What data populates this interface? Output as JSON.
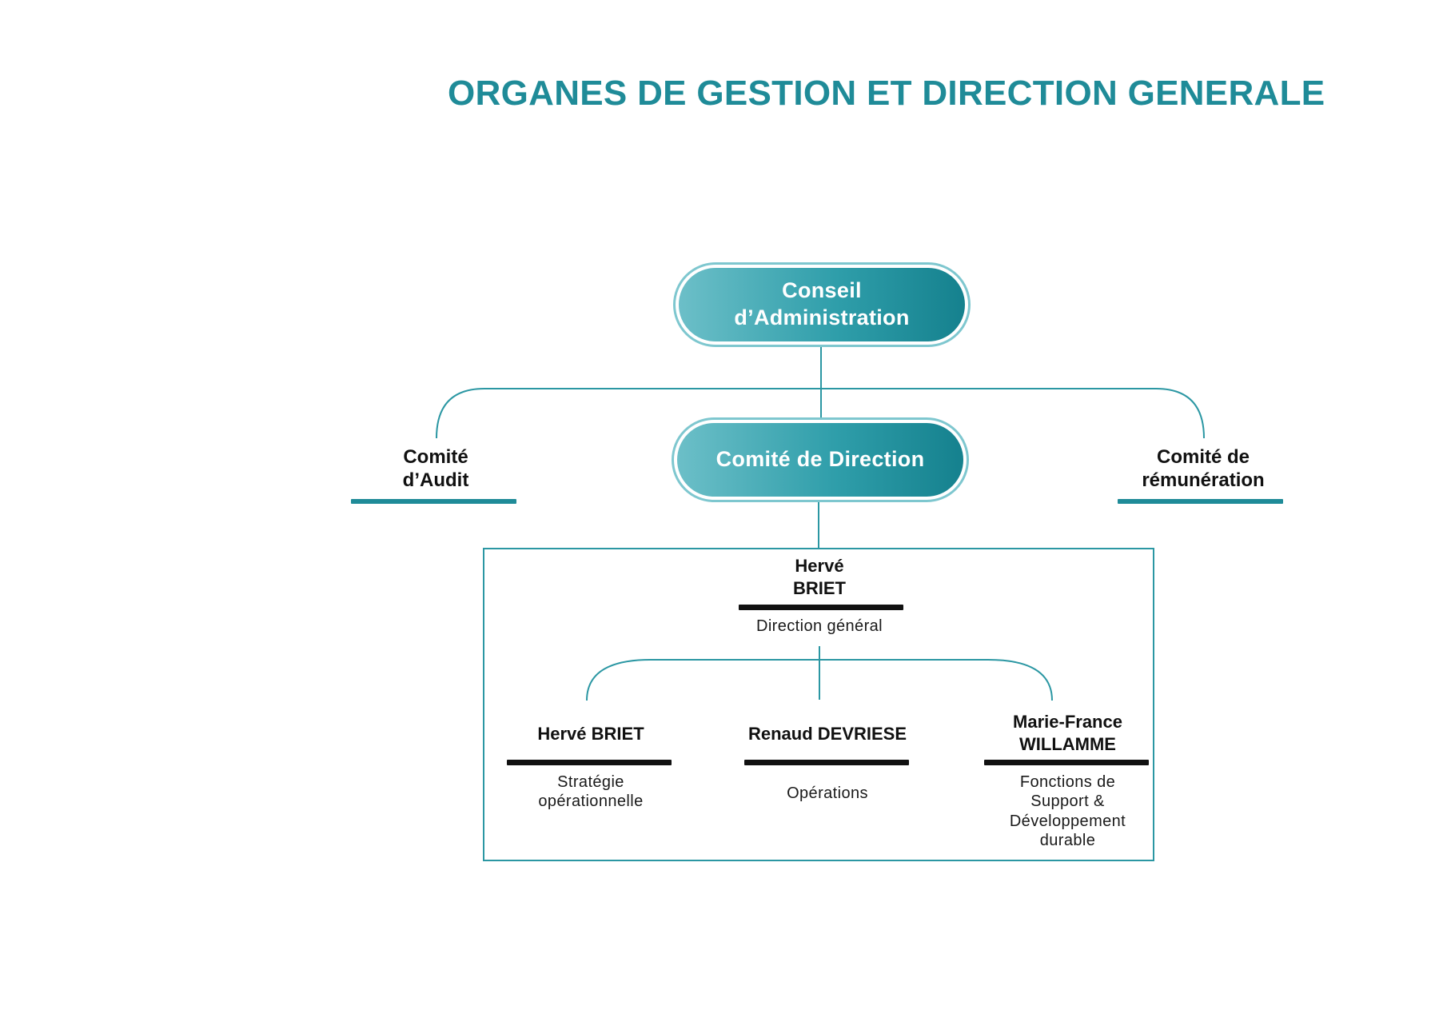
{
  "title": "ORGANES DE GESTION ET DIRECTION GENERALE",
  "colors": {
    "accent": "#1f8b98",
    "line": "#2b97a3",
    "pill_light": "#6cbfc8",
    "pill_dark": "#15818e"
  },
  "board": {
    "line1": "Conseil",
    "line2": "d’Administration"
  },
  "committees": {
    "audit": {
      "line1": "Comité",
      "line2": "d’Audit"
    },
    "remuneration": {
      "line1": "Comité de",
      "line2": "rémunération"
    }
  },
  "executive_committee": {
    "label": "Comité de Direction"
  },
  "ceo": {
    "name_line1": "Hervé",
    "name_line2": "BRIET",
    "role": "Direction général"
  },
  "members": [
    {
      "name": "Hervé BRIET",
      "role_lines": [
        "Stratégie",
        "opérationnelle"
      ]
    },
    {
      "name": "Renaud DEVRIESE",
      "role_lines": [
        "Opérations"
      ]
    },
    {
      "name_lines": [
        "Marie-France",
        "WILLAMME"
      ],
      "role_lines": [
        "Fonctions de",
        "Support &",
        "Développement",
        "durable"
      ]
    }
  ]
}
